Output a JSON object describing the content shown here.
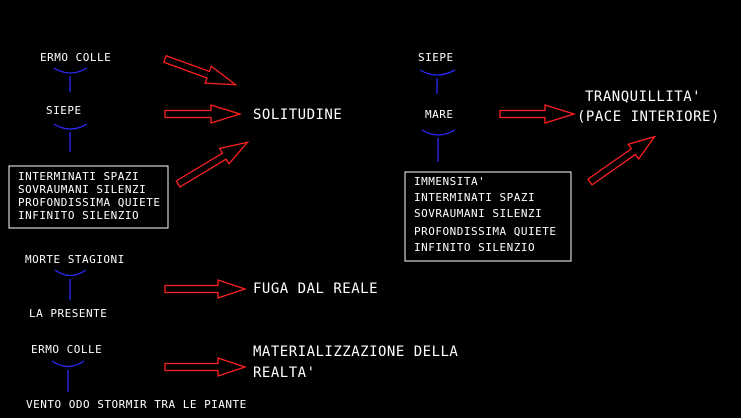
{
  "colors": {
    "background": "#000000",
    "text": "#ffffff",
    "arrow": "#ff2020",
    "connector": "#2a2aff"
  },
  "poem_a": {
    "ermo_colle": "ERMO COLLE",
    "siepe": "SIEPE",
    "box_lines": [
      "INTERMINATI SPAZI",
      "SOVRAUMANI SILENZI",
      "PROFONDISSIMA QUIETE",
      "INFINITO SILENZIO"
    ],
    "result": "SOLITUDINE"
  },
  "poem_b": {
    "siepe": "SIEPE",
    "mare": "MARE",
    "box_lines": [
      "IMMENSITA'",
      "INTERMINATI SPAZI",
      "SOVRAUMANI SILENZI",
      "PROFONDISSIMA QUIETE",
      "INFINITO SILENZIO"
    ],
    "result_line1": "TRANQUILLITA'",
    "result_line2": "(PACE INTERIORE)"
  },
  "poem_c": {
    "top": "MORTE STAGIONI",
    "bottom": "LA PRESENTE",
    "result": "FUGA DAL REALE"
  },
  "poem_d": {
    "top": "ERMO COLLE",
    "bottom": "VENTO ODO STORMIR TRA LE PIANTE",
    "result_line1": "MATERIALIZZAZIONE DELLA",
    "result_line2": "REALTA'"
  }
}
